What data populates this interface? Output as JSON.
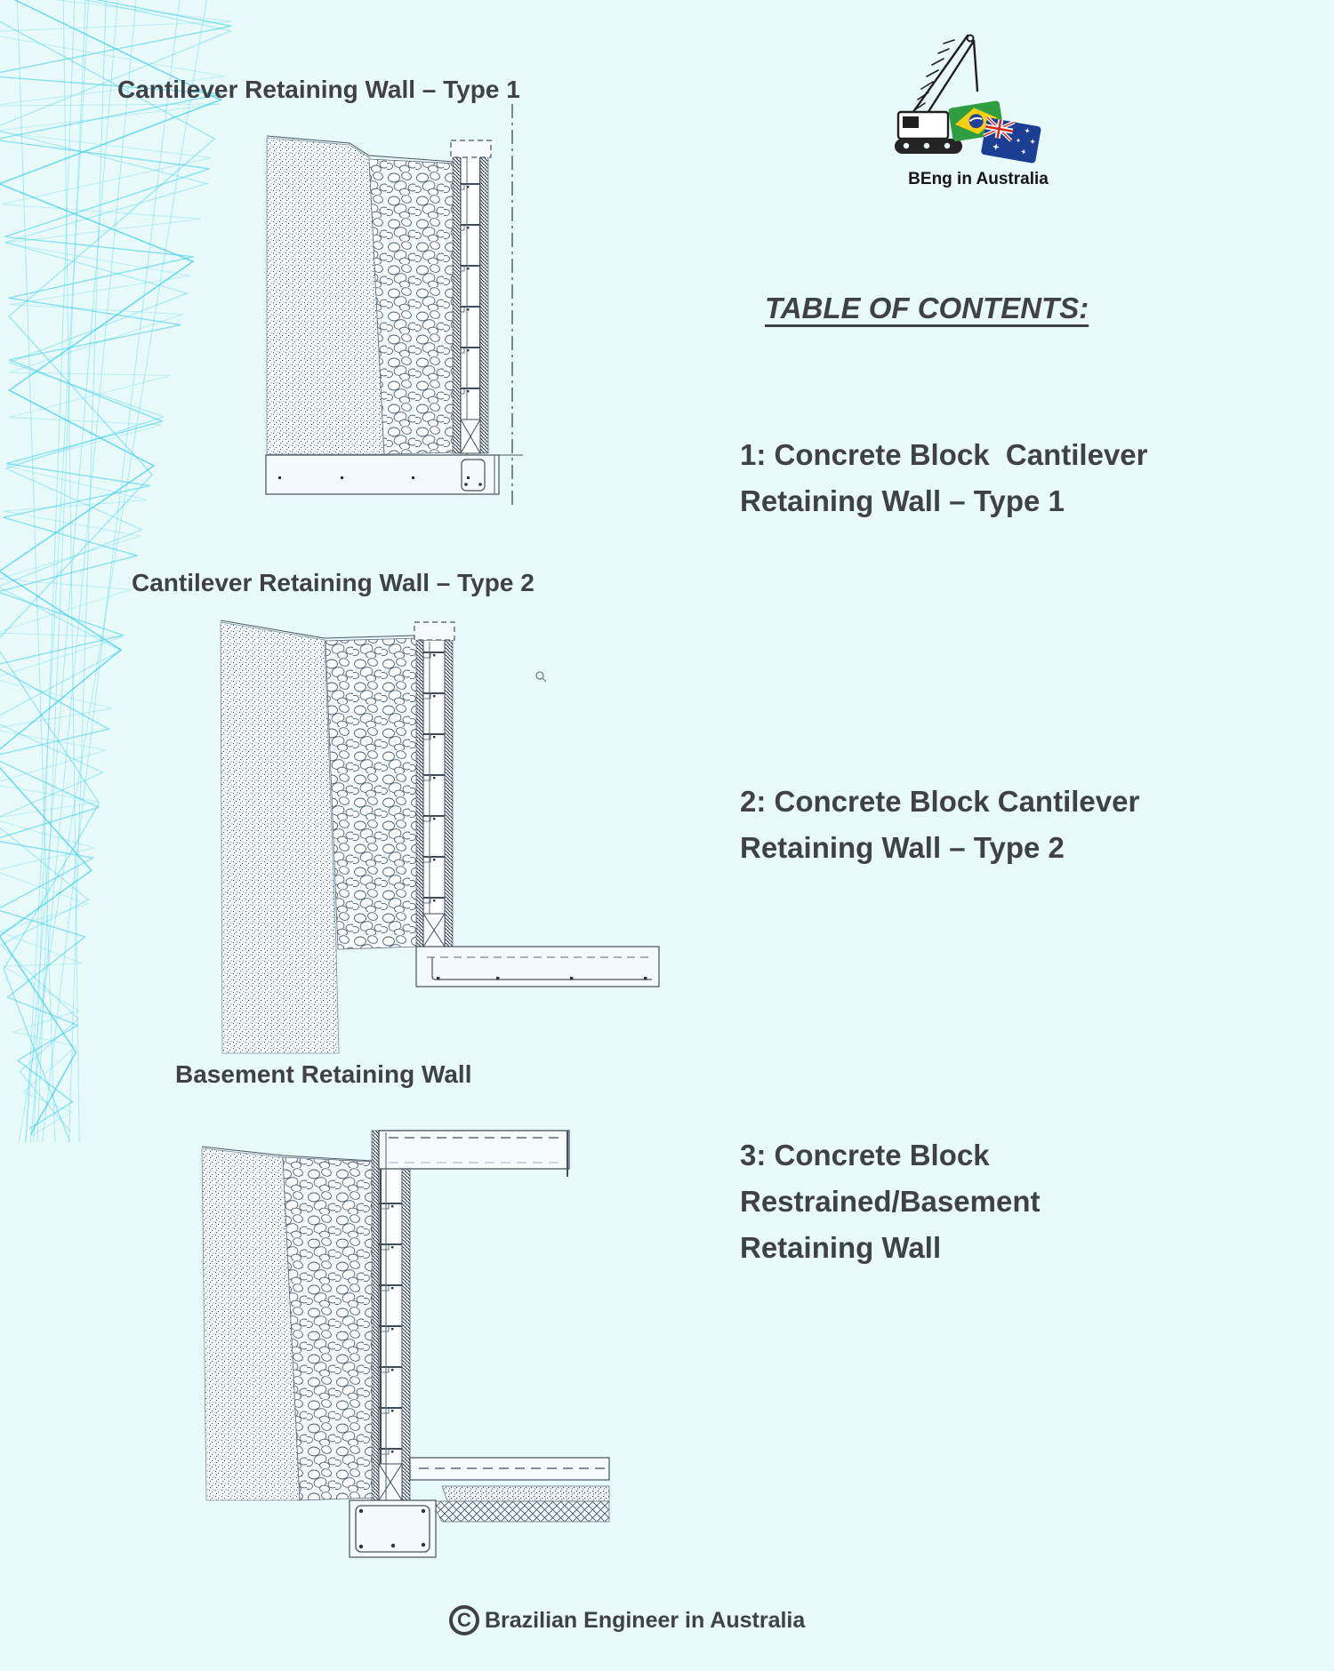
{
  "page": {
    "background_color": "#e9fafb",
    "accent_cyan": "#3ccfe8",
    "text_color": "#3f4245"
  },
  "logo": {
    "caption": "BEng in Australia",
    "icons": [
      "crane-icon",
      "brazil-flag-icon",
      "australia-flag-icon"
    ],
    "colors": {
      "brazil_green": "#2f9e41",
      "brazil_yellow": "#f6cf12",
      "brazil_blue": "#223f99",
      "australia_blue": "#1c3f94",
      "flag_red": "#d52b1e",
      "ink": "#1d1d1d"
    }
  },
  "toc": {
    "title": "TABLE OF CONTENTS:",
    "entries": [
      {
        "label": "1: Concrete Block  Cantilever Retaining Wall – Type 1"
      },
      {
        "label": "2: Concrete Block Cantilever Retaining Wall – Type 2"
      },
      {
        "label": "3: Concrete Block Restrained/Basement Retaining Wall"
      }
    ]
  },
  "figures": [
    {
      "caption": "Cantilever Retaining Wall – Type 1",
      "drawing": "concrete-block-cantilever-wall-type-1-section"
    },
    {
      "caption": "Cantilever Retaining Wall – Type 2",
      "drawing": "concrete-block-cantilever-wall-type-2-section"
    },
    {
      "caption": "Basement Retaining Wall",
      "drawing": "concrete-block-basement-wall-section"
    }
  ],
  "footer": {
    "copyright_symbol": "C",
    "text": "Brazilian Engineer in Australia"
  }
}
